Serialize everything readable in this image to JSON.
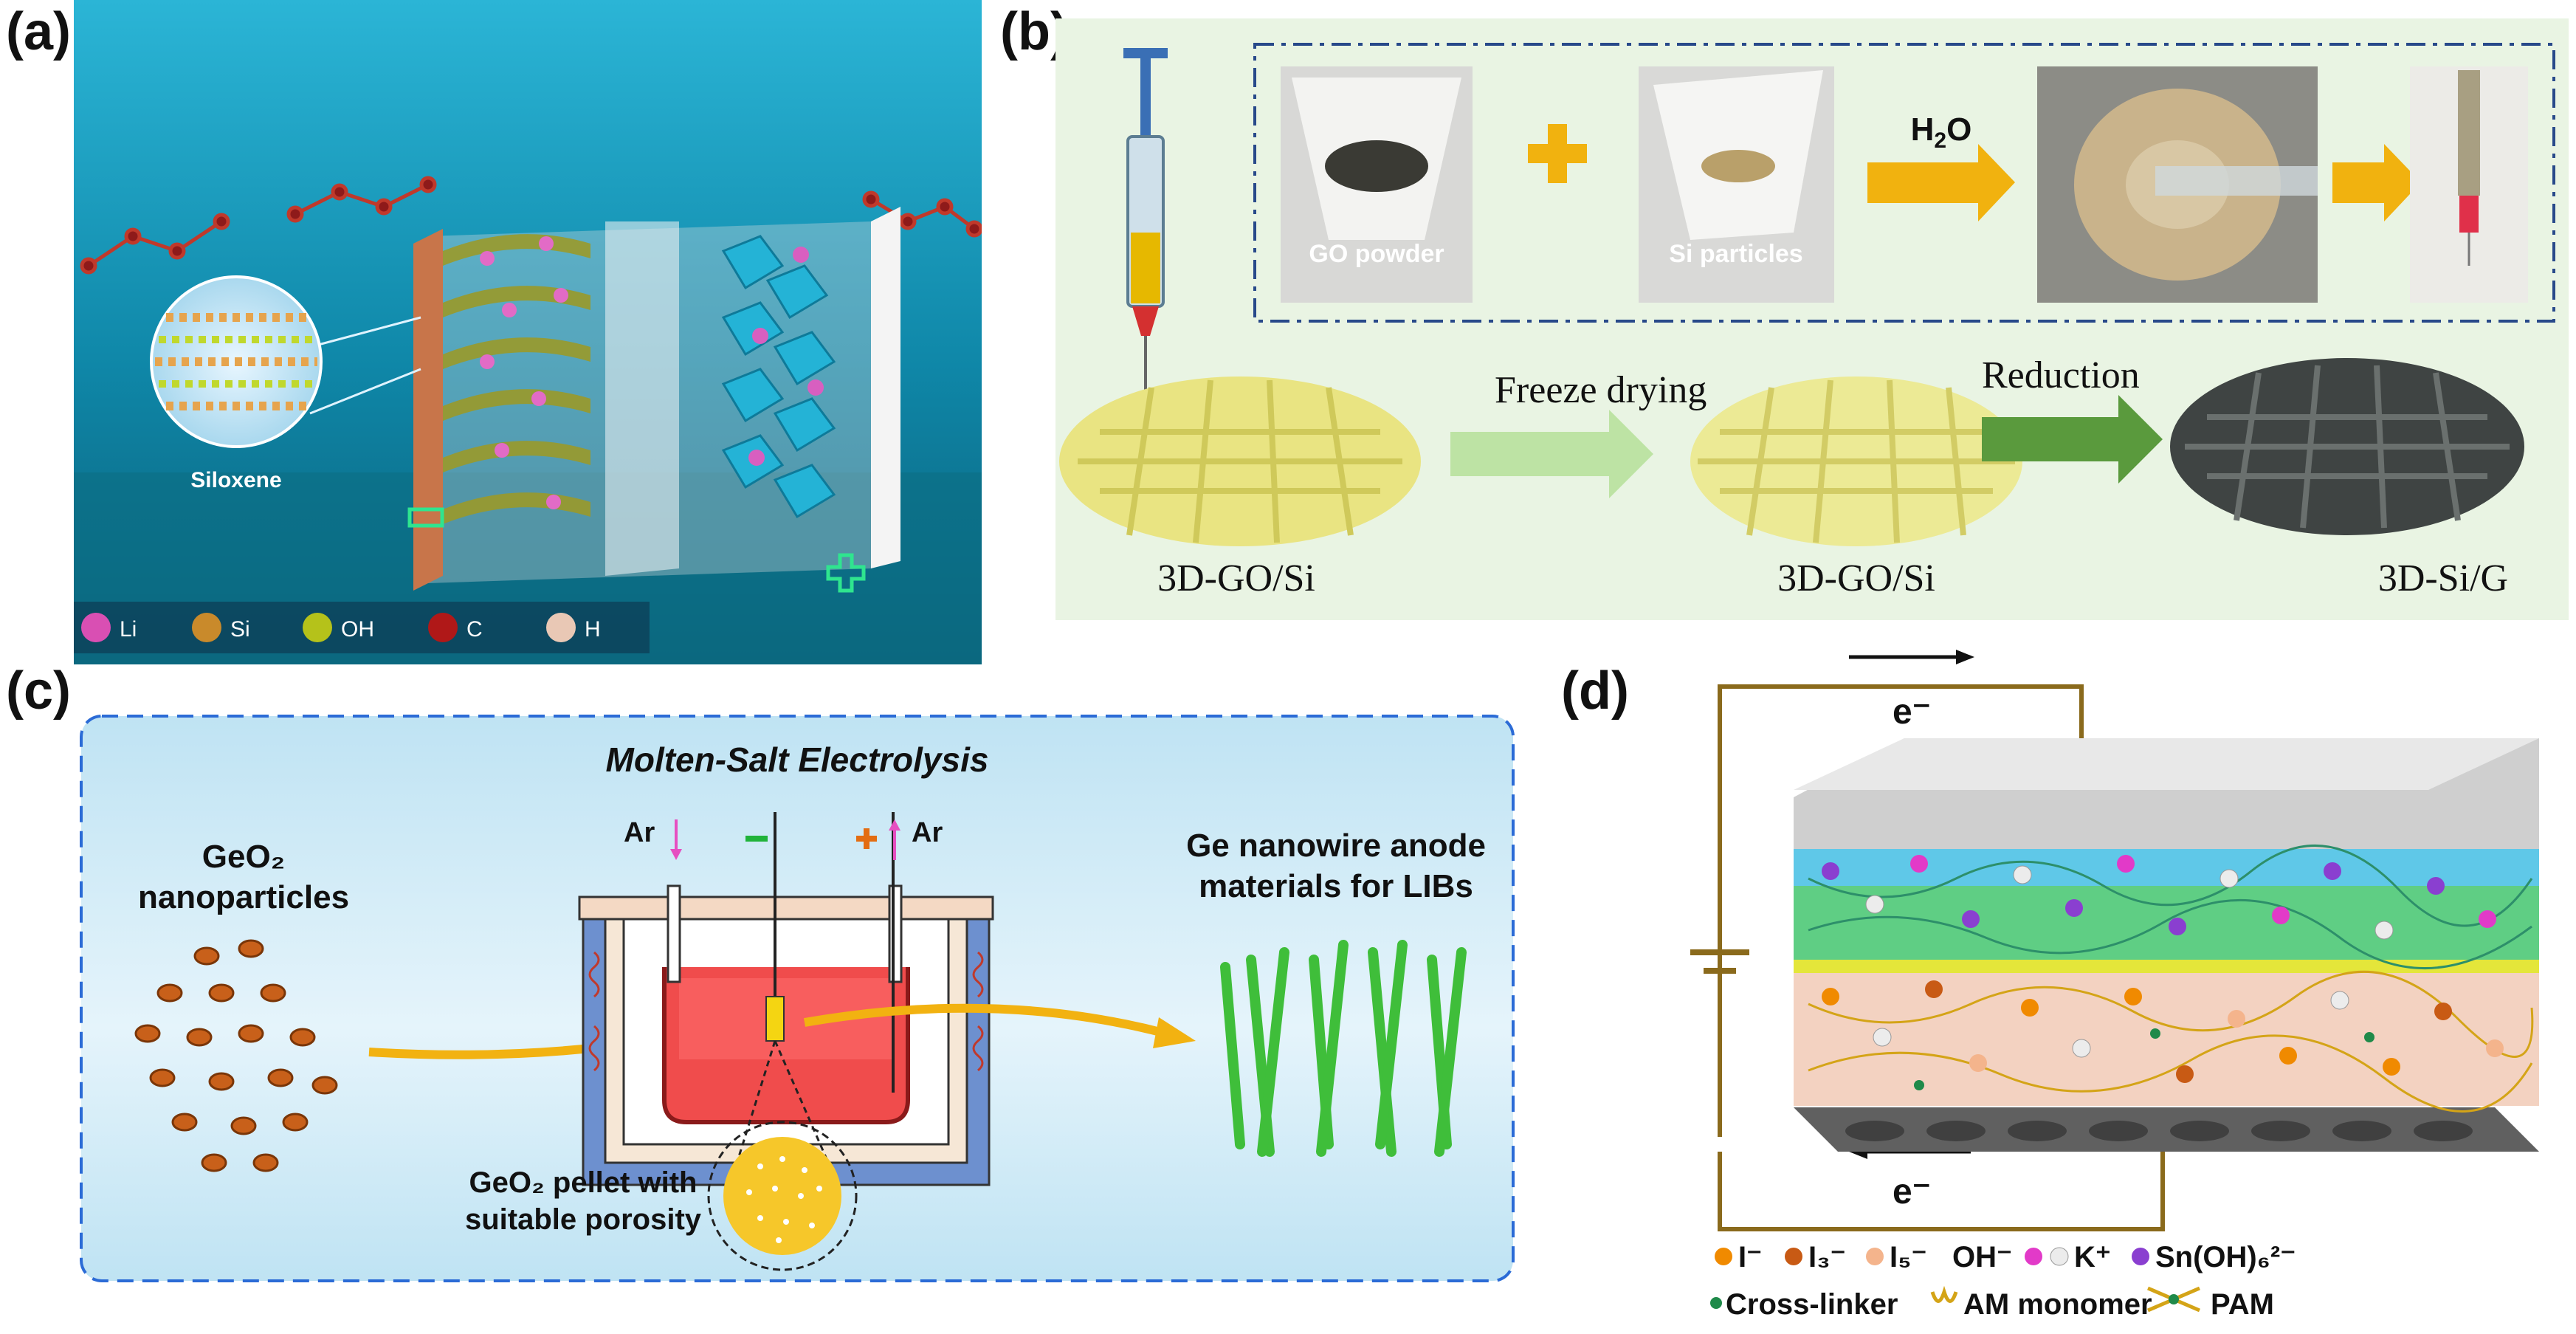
{
  "panel_labels": {
    "a": "(a)",
    "b": "(b)",
    "c": "(c)",
    "d": "(d)"
  },
  "panel_a": {
    "siloxene_label": "Siloxene",
    "minus_sign": "−",
    "plus_sign": "+",
    "legend": [
      {
        "symbol": "Li",
        "color": "#d94fb3"
      },
      {
        "symbol": "Si",
        "color": "#c98a2b"
      },
      {
        "symbol": "OH",
        "color": "#b5c21a"
      },
      {
        "symbol": "C",
        "color": "#b01818"
      },
      {
        "symbol": "H",
        "color": "#e9c8b5"
      }
    ]
  },
  "panel_b": {
    "photo_labels": [
      "GO powder",
      "Si particles"
    ],
    "plus": "+",
    "h2o": "H2O",
    "step_labels": [
      "Freeze drying",
      "Reduction"
    ],
    "product_labels": [
      "3D-GO/Si",
      "3D-GO/Si",
      "3D-Si/G"
    ]
  },
  "panel_c": {
    "title": "Molten-Salt Electrolysis",
    "left_label_line1": "GeO₂",
    "left_label_line2": "nanoparticles",
    "right_label_line1": "Ge nanowire anode",
    "right_label_line2": "materials for LIBs",
    "gas_left": "Ar",
    "gas_right": "Ar",
    "minus": "−",
    "plus": "+",
    "pellet_line1": "GeO₂ pellet with",
    "pellet_line2": "suitable porosity"
  },
  "panel_d": {
    "electron_top": "e⁻",
    "electron_bottom": "e⁻",
    "legend_row1": [
      {
        "label": "I⁻",
        "color": "#f08a00"
      },
      {
        "label": "I₃⁻",
        "color": "#c85a14"
      },
      {
        "label": "I₅⁻",
        "color": "#f4b48c"
      },
      {
        "label": "OH⁻",
        "color": "#e23ac8"
      },
      {
        "label": "K⁺",
        "color": "#ececec"
      },
      {
        "label": "Sn(OH)₆²⁻",
        "color": "#8a3fd0"
      }
    ],
    "legend_row2": [
      "Cross-linker",
      "AM monomer",
      "PAM"
    ]
  }
}
